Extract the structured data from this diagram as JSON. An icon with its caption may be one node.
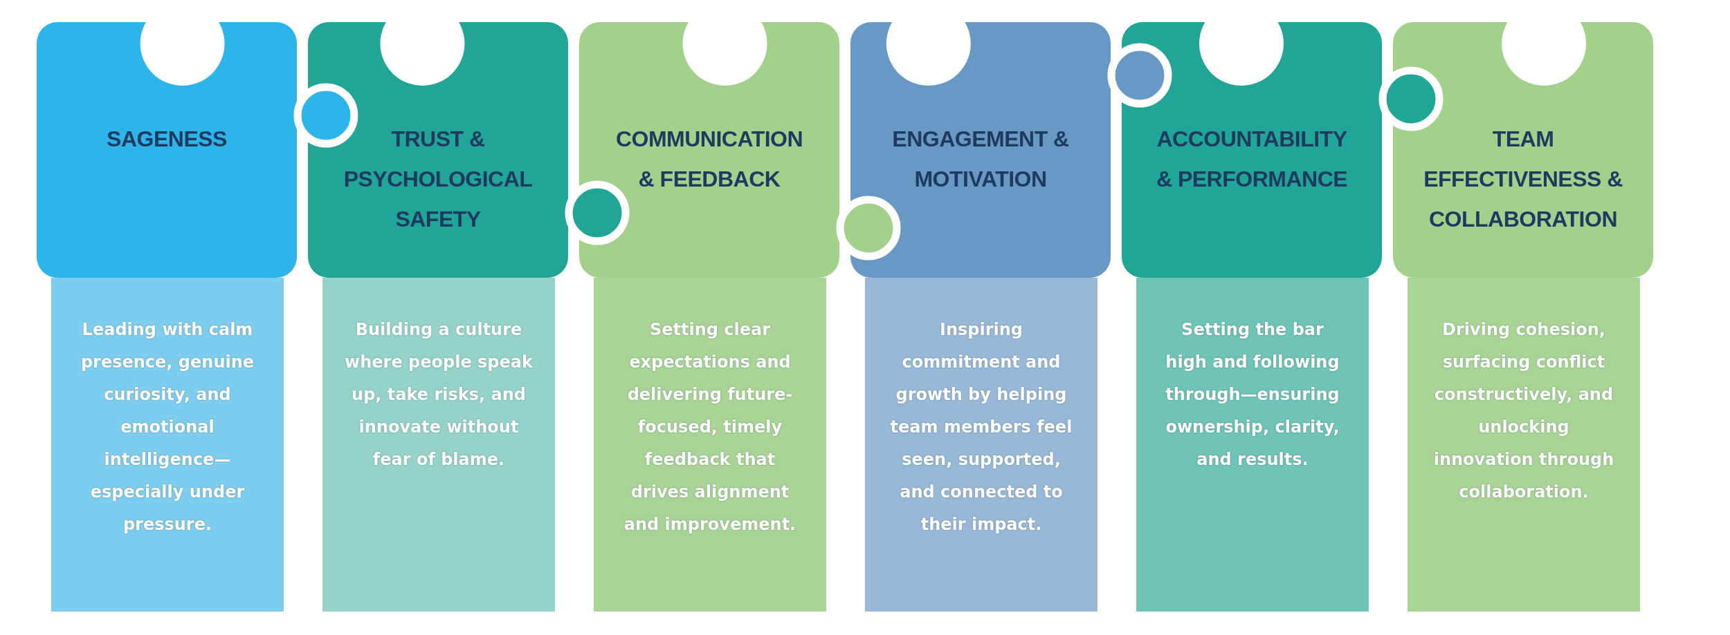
{
  "diagram": {
    "nodes": [
      {
        "text": [
          "SAGENESS"
        ]
      },
      {
        "text": [
          "Leading with calm presence, genuine curiosity, and emotional intelligence—especially under pressure."
        ]
      },
      {
        "text": [
          "TRUST & PSYCHOLOGICAL SAFETY"
        ]
      },
      {
        "text": [
          "Building a culture where people speak up, take risks, and innovate without fear of blame."
        ]
      },
      {
        "text": [
          "COMMUNICATION & FEEDBACK"
        ]
      },
      {
        "text": [
          "Setting clear expectations and delivering future-focused, timely feedback that drives alignment and improvement."
        ]
      },
      {
        "text": [
          "ENGAGEMENT & MOTIVATION"
        ]
      },
      {
        "text": [
          "Inspiring commitment and growth by helping team members feel seen, supported, and connected to their impact."
        ]
      },
      {
        "text": [
          "ACCOUNTABILITY & PERFORMANCE"
        ]
      },
      {
        "text": [
          "Setting the bar high and following through—ensuring ownership, clarity, and results."
        ]
      },
      {
        "text": [
          "TEAM EFFECTIVENESS & COLLABORATION"
        ]
      },
      {
        "text": [
          "Driving cohesion, surfacing conflict constructively, and unlocking innovation through collaboration."
        ]
      }
    ]
  }
}
